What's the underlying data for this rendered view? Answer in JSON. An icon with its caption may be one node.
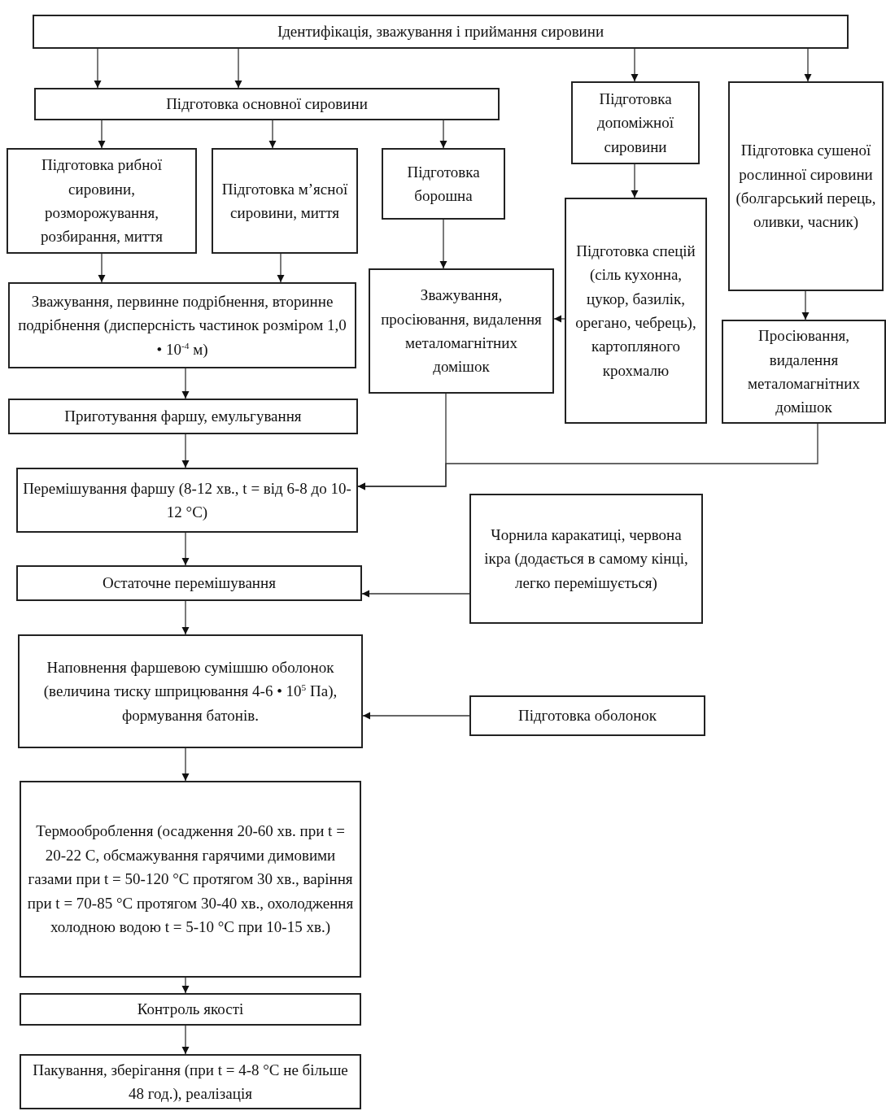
{
  "diagram": {
    "nodes": [
      {
        "text": [
          "Ідентифікація, зважування і приймання сировини"
        ]
      },
      {
        "text": [
          "Підготовка основної сировини"
        ]
      },
      {
        "text": [
          "Підготовка допоміжної сировини"
        ]
      },
      {
        "text": [
          "Підготовка сушеної рослинної сировини (болгарський перець, оливки, часник)"
        ]
      },
      {
        "text": [
          "Підготовка рибної сировини, розморожування, розбирання, миття"
        ]
      },
      {
        "text": [
          "Підготовка м’ясної сировини, миття"
        ]
      },
      {
        "text": [
          "Підготовка борошна"
        ]
      },
      {
        "text": [
          "Підготовка спецій (сіль кухонна, цукор, базилік, орегано, чебрець), картопляного крохмалю"
        ]
      },
      {
        "text": [
          "Зважування, первинне подрібнення, вторинне подрібнення (дисперсність частинок розміром 1,0 • 10$^{-4}$ м)"
        ]
      },
      {
        "text": [
          "Зважування, просіювання, видалення металомагнітних домішок"
        ]
      },
      {
        "text": [
          "Просіювання, видалення металомагнітних домішок"
        ]
      },
      {
        "text": [
          "Приготування фаршу, емульгування"
        ]
      },
      {
        "text": [
          "Перемішування фаршу (8-12 хв., t = від 6-8 до 10-12 °C)"
        ]
      },
      {
        "text": [
          "Чорнила каракатиці, червона ікра (додається в самому кінці, легко перемішується)"
        ]
      },
      {
        "text": [
          "Остаточне перемішування"
        ]
      },
      {
        "text": [
          "Наповнення фаршевою сумішшю оболонок (величина тиску шприцювання 4-6 • 10$^{5}$ Па), формування батонів."
        ]
      },
      {
        "text": [
          "Підготовка оболонок"
        ]
      },
      {
        "text": [
          "Термооброблення (осадження 20-60 хв. при t = 20-22 C, обсмажування гарячими димовими газами при t = 50-120 °C протягом 30 хв., варіння при t = 70-85 °C протягом 30-40 хв., охолодження холодною водою t = 5-10 °C при 10-15 хв.)"
        ]
      },
      {
        "text": [
          "Контроль якості"
        ]
      },
      {
        "text": [
          "Пакування, зберігання (при t = 4-8 °C не більше 48 год.), реалізація"
        ]
      }
    ],
    "edges": [
      {
        "from": 0,
        "to": 1,
        "arrow": "to"
      },
      {
        "from": 0,
        "to": 1,
        "arrow": "to"
      },
      {
        "from": 0,
        "to": 2,
        "arrow": "to"
      },
      {
        "from": 0,
        "to": 3,
        "arrow": "to"
      },
      {
        "from": 1,
        "to": 4,
        "arrow": "to"
      },
      {
        "from": 1,
        "to": 5,
        "arrow": "to"
      },
      {
        "from": 1,
        "to": 6,
        "arrow": "to"
      },
      {
        "from": 2,
        "to": 7,
        "arrow": "to"
      },
      {
        "from": 3,
        "to": 10,
        "arrow": "to"
      },
      {
        "from": 4,
        "to": 8,
        "arrow": "to"
      },
      {
        "from": 5,
        "to": 8,
        "arrow": "to"
      },
      {
        "from": 6,
        "to": 9,
        "arrow": "to"
      },
      {
        "from": 7,
        "to": 9,
        "arrow": "to"
      },
      {
        "from": 8,
        "to": 11,
        "arrow": "to"
      },
      {
        "from": 11,
        "to": 12,
        "arrow": "to"
      },
      {
        "from": 9,
        "to": 12,
        "arrow": "to"
      },
      {
        "from": 10,
        "to": 12,
        "arrow": "to"
      },
      {
        "from": 12,
        "to": 14,
        "arrow": "to"
      },
      {
        "from": 13,
        "to": 14,
        "arrow": "to"
      },
      {
        "from": 14,
        "to": 15,
        "arrow": "to"
      },
      {
        "from": 16,
        "to": 15,
        "arrow": "to"
      },
      {
        "from": 15,
        "to": 17,
        "arrow": "to"
      },
      {
        "from": 17,
        "to": 18,
        "arrow": "to"
      },
      {
        "from": 18,
        "to": 19,
        "arrow": "to"
      }
    ]
  }
}
